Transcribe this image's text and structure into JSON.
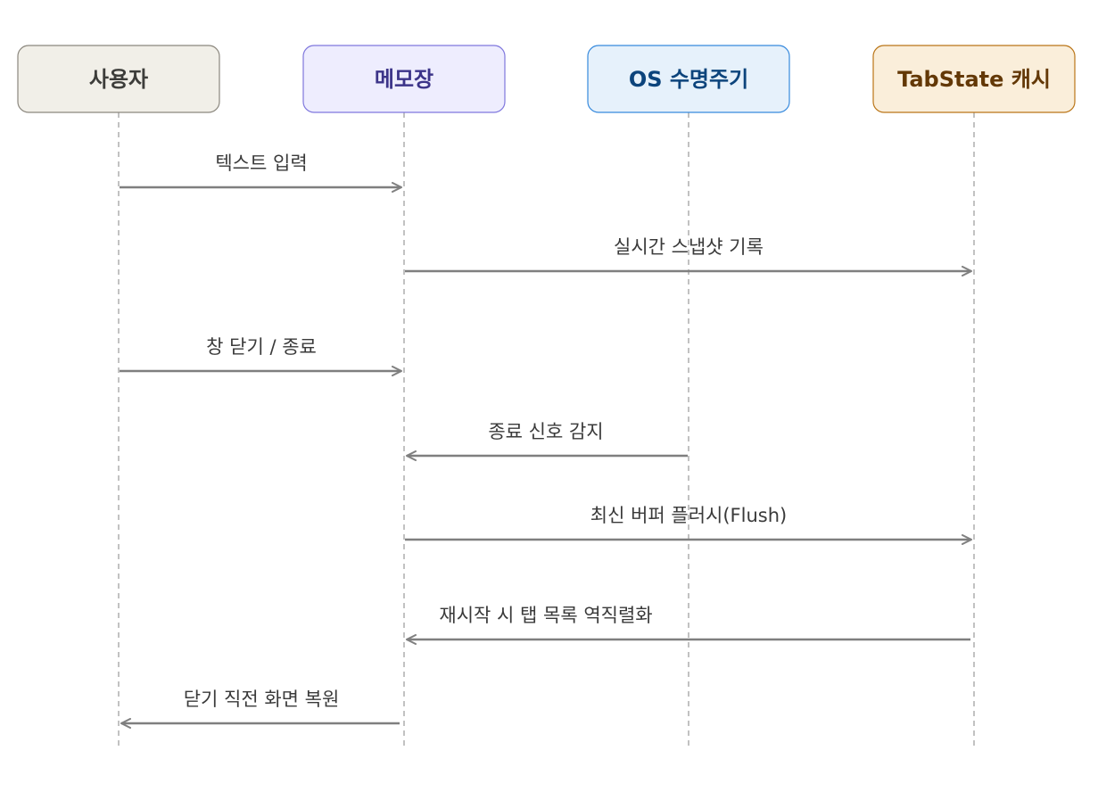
{
  "actors": [
    {
      "id": "user",
      "label": "사용자",
      "fill": "#f1efe8",
      "stroke": "#8b877e",
      "text": "#3d3d3a"
    },
    {
      "id": "notepad",
      "label": "메모장",
      "fill": "#eeedfe",
      "stroke": "#7f77dd",
      "text": "#3c3489"
    },
    {
      "id": "os",
      "label": "OS 수명주기",
      "fill": "#e6f1fb",
      "stroke": "#378add",
      "text": "#0c447c"
    },
    {
      "id": "cache",
      "label": "TabState 캐시",
      "fill": "#faeeda",
      "stroke": "#ba7517",
      "text": "#633806"
    }
  ],
  "messages": [
    {
      "from": "user",
      "to": "notepad",
      "label": "텍스트 입력"
    },
    {
      "from": "notepad",
      "to": "cache",
      "label": "실시간 스냅샷 기록"
    },
    {
      "from": "user",
      "to": "notepad",
      "label": "창 닫기 / 종료"
    },
    {
      "from": "os",
      "to": "notepad",
      "label": "종료 신호 감지"
    },
    {
      "from": "notepad",
      "to": "cache",
      "label": "최신 버퍼 플러시(Flush)"
    },
    {
      "from": "cache",
      "to": "notepad",
      "label": "재시작 시 탭 목록 역직렬화"
    },
    {
      "from": "notepad",
      "to": "user",
      "label": "닫기 직전 화면 복원"
    }
  ],
  "colors": {
    "arrow": "#7f7f7f",
    "lifeline": "#9a9a9a"
  }
}
